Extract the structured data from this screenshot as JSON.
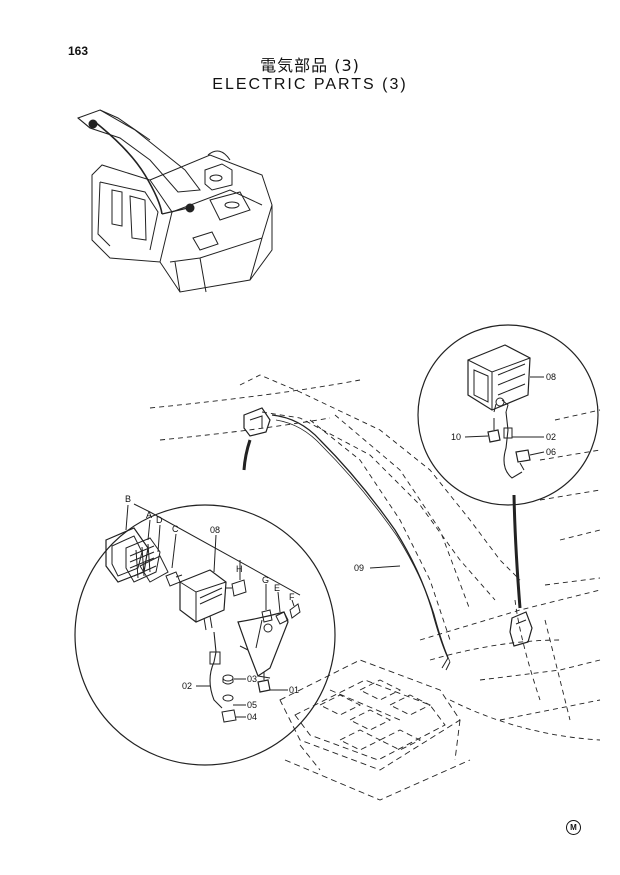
{
  "page_number": "163",
  "title_jp": "電気部品 (3)",
  "title_en": "ELECTRIC PARTS (3)",
  "right_inset": {
    "labels": {
      "lamp": "08",
      "bolt": "10",
      "harness": "02",
      "nut": "06"
    }
  },
  "harness_label": "09",
  "left_inset": {
    "labels": {
      "B": "B",
      "A": "A",
      "D": "D",
      "C": "C",
      "lamp": "08",
      "H": "H",
      "G": "G",
      "E": "E",
      "F": "F",
      "harness": "02",
      "washer_03": "03",
      "bracket_bolt": "01",
      "washer_05": "05",
      "nut_04": "04"
    }
  },
  "badge": "M"
}
